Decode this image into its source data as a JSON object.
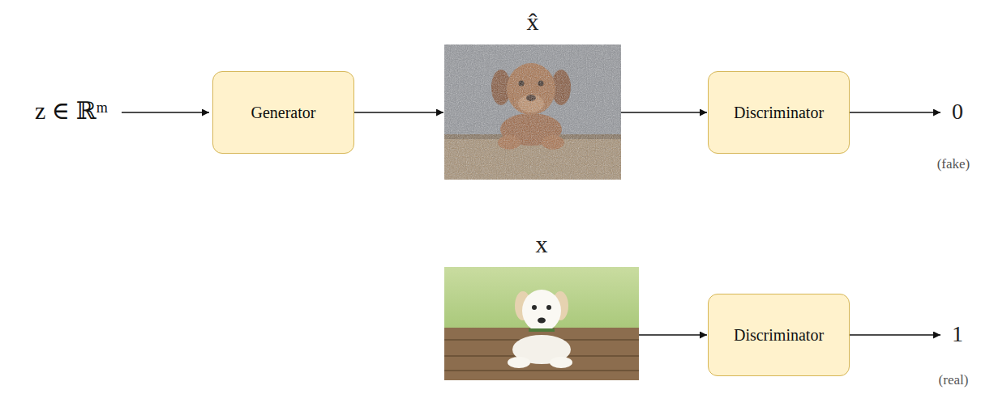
{
  "diagram": {
    "nodes": [
      {
        "text": [
          "Generator"
        ]
      },
      {
        "text": [
          "x̂"
        ]
      },
      {
        "text": [
          "Discriminator"
        ]
      },
      {
        "text": [
          "x"
        ]
      },
      {
        "text": [
          "Discriminator"
        ]
      }
    ],
    "edges": [
      {
        "from": 0,
        "to": 1,
        "arrow": "to"
      },
      {
        "from": 1,
        "to": 2,
        "arrow": "to"
      },
      {
        "from": 3,
        "to": 4,
        "arrow": "to"
      }
    ],
    "labels": [
      "z ∈ ℝᵐ",
      "0",
      "(fake)",
      "1",
      "(real)"
    ]
  }
}
